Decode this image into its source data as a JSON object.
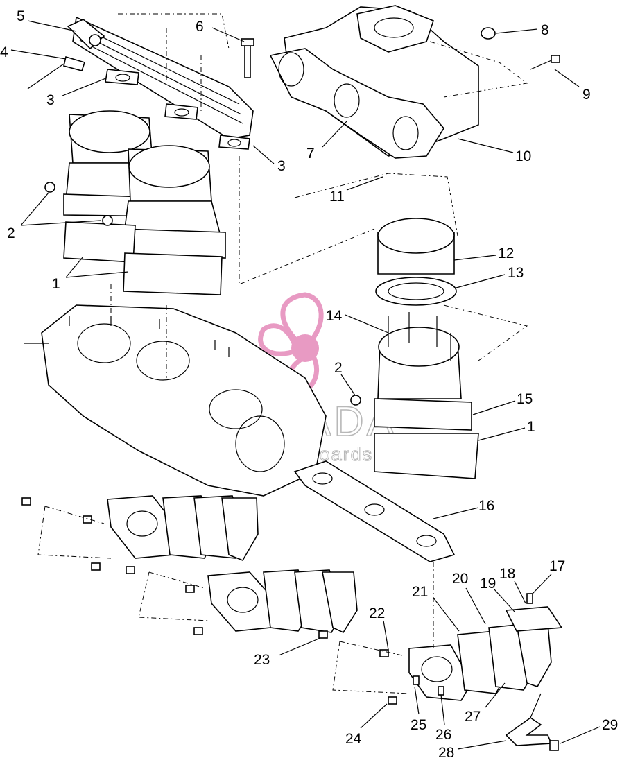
{
  "diagram": {
    "callouts": [
      "1",
      "2",
      "3",
      "4",
      "5",
      "6",
      "7",
      "8",
      "9",
      "10",
      "11",
      "12",
      "13",
      "14",
      "15",
      "16",
      "17",
      "18",
      "19",
      "20",
      "21",
      "22",
      "23",
      "24",
      "25",
      "26",
      "27",
      "28",
      "29"
    ]
  },
  "watermark": {
    "brand": "ARMADA",
    "tagline": "marine outboards",
    "logo_color": "#e489b9"
  }
}
